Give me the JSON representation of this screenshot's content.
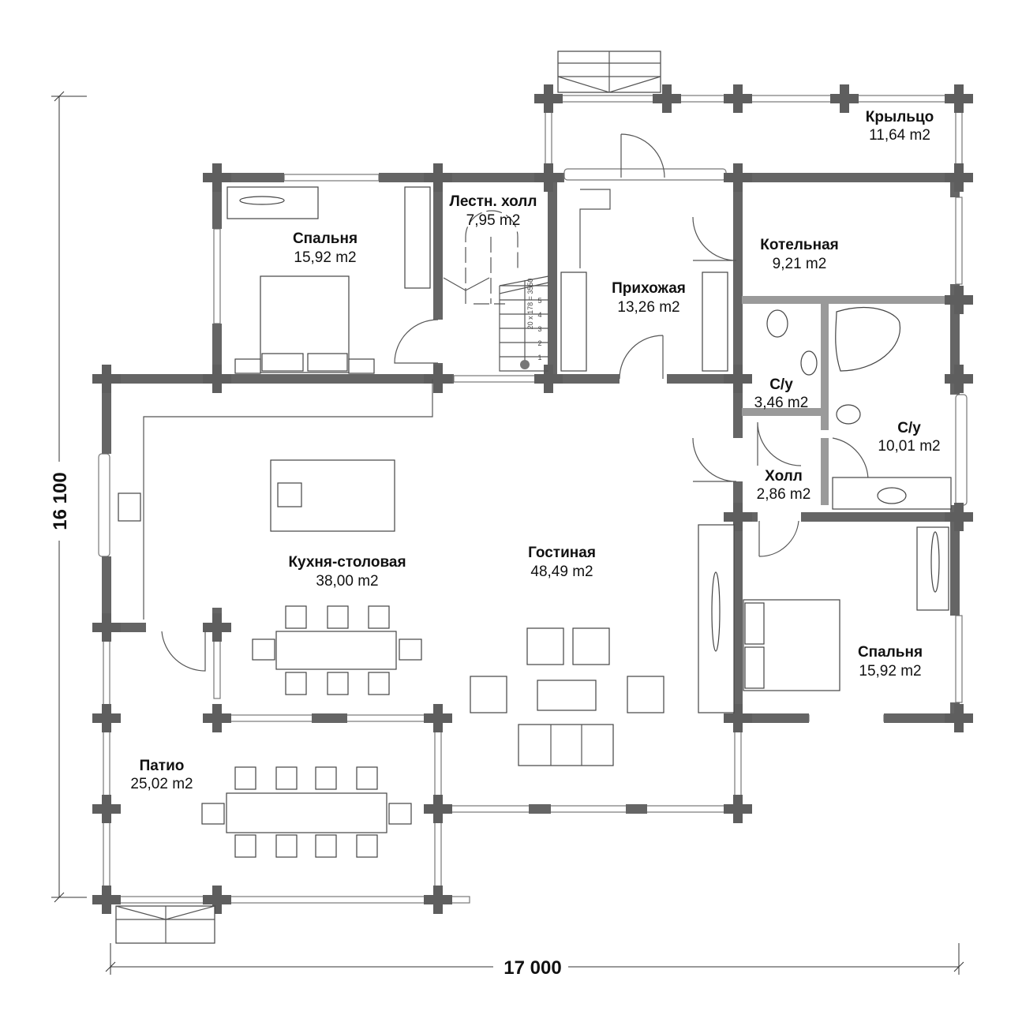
{
  "rooms": [
    {
      "name": "Крыльцо",
      "area": "11,64 m2"
    },
    {
      "name": "Спальня",
      "area": "15,92 m2"
    },
    {
      "name": "Лестн. холл",
      "area": "7,95 m2"
    },
    {
      "name": "Котельная",
      "area": "9,21 m2"
    },
    {
      "name": "Прихожая",
      "area": "13,26 m2"
    },
    {
      "name": "С/у",
      "area": "3,46 m2"
    },
    {
      "name": "С/у",
      "area": "10,01 m2"
    },
    {
      "name": "Холл",
      "area": "2,86 m2"
    },
    {
      "name": "Кухня-столовая",
      "area": "38,00 m2"
    },
    {
      "name": "Гостиная",
      "area": "48,49 m2"
    },
    {
      "name": "Спальня",
      "area": "15,92 m2"
    },
    {
      "name": "Патио",
      "area": "25,02 m2"
    }
  ],
  "dimensions": {
    "height": "16 100",
    "width": "17 000"
  },
  "stair": {
    "formula": "20 x 178 = 3550",
    "steps": [
      "1",
      "2",
      "3",
      "4",
      "5"
    ]
  },
  "colors": {
    "wall": "#656565",
    "partition": "#9a9a9a"
  }
}
